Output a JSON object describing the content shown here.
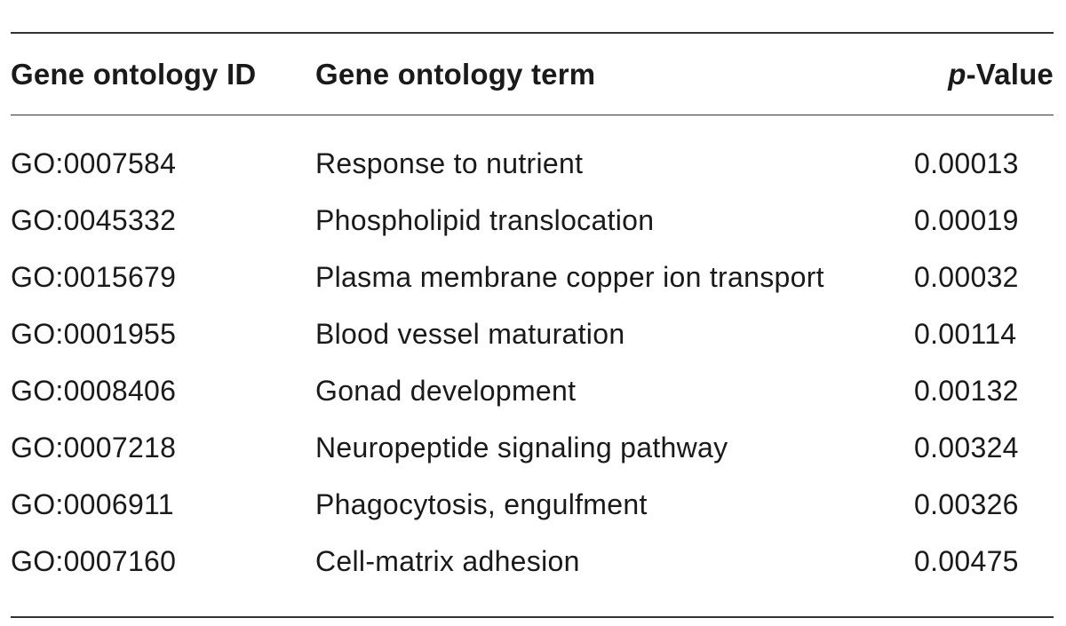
{
  "table": {
    "headers": {
      "id": "Gene ontology ID",
      "term": "Gene ontology term",
      "p_italic": "p",
      "p_rest": "-Value"
    },
    "rows": [
      {
        "id": "GO:0007584",
        "term": "Response to nutrient",
        "p": "0.00013"
      },
      {
        "id": "GO:0045332",
        "term": "Phospholipid translocation",
        "p": "0.00019"
      },
      {
        "id": "GO:0015679",
        "term": "Plasma membrane copper ion transport",
        "p": "0.00032"
      },
      {
        "id": "GO:0001955",
        "term": "Blood vessel maturation",
        "p": "0.00114"
      },
      {
        "id": "GO:0008406",
        "term": "Gonad development",
        "p": "0.00132"
      },
      {
        "id": "GO:0007218",
        "term": "Neuropeptide signaling pathway",
        "p": "0.00324"
      },
      {
        "id": "GO:0006911",
        "term": "Phagocytosis, engulfment",
        "p": "0.00326"
      },
      {
        "id": "GO:0007160",
        "term": "Cell-matrix adhesion",
        "p": "0.00475"
      }
    ]
  }
}
